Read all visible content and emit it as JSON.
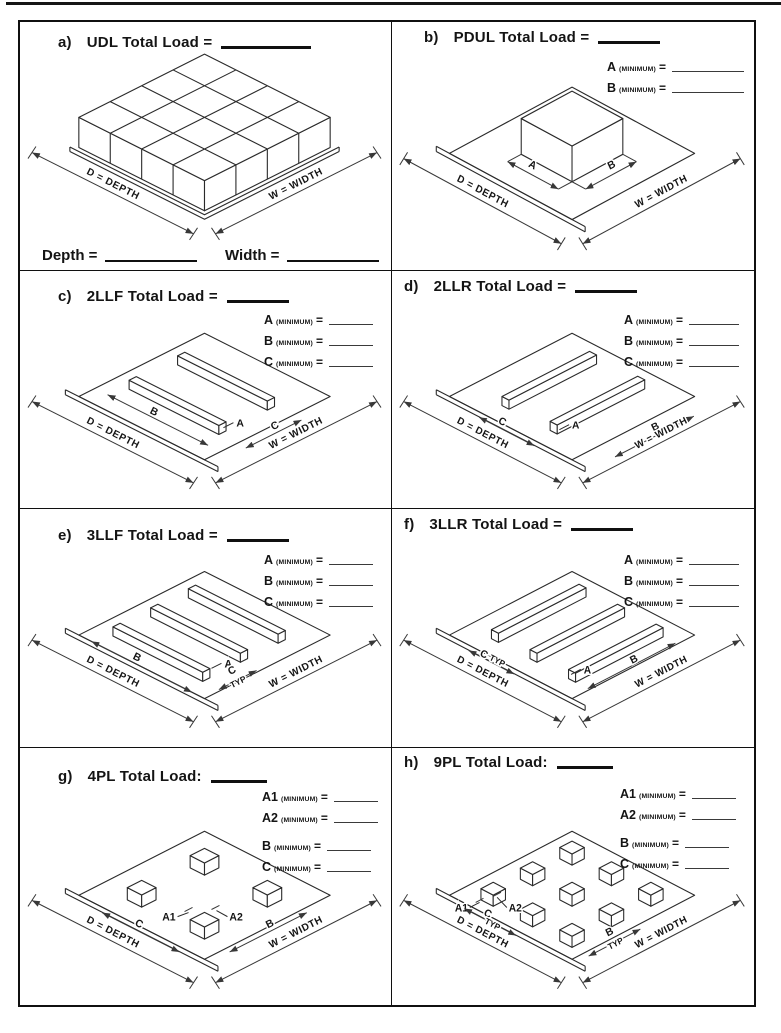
{
  "labels": {
    "minimum": "(MINIMUM)",
    "eq": "=",
    "typ": "TYP",
    "dim_a": "A",
    "dim_b": "B",
    "dim_c": "C",
    "dim_a1": "A1",
    "dim_a2": "A2",
    "depth_axis": "D = DEPTH",
    "width_axis": "W = WIDTH"
  },
  "panels": {
    "a": {
      "prefix": "a)",
      "title": "UDL Total Load =",
      "footer_depth": "Depth =",
      "footer_width": "Width ="
    },
    "b": {
      "prefix": "b)",
      "title": "PDUL Total Load ="
    },
    "c": {
      "prefix": "c)",
      "title": "2LLF Total Load ="
    },
    "d": {
      "prefix": "d)",
      "title": "2LLR Total Load ="
    },
    "e": {
      "prefix": "e)",
      "title": "3LLF Total Load ="
    },
    "f": {
      "prefix": "f)",
      "title": "3LLR Total Load ="
    },
    "g": {
      "prefix": "g)",
      "title": "4PL Total Load:"
    },
    "h": {
      "prefix": "h)",
      "title": "9PL Total Load:"
    }
  },
  "colors": {
    "ink": "#141414",
    "line": "#2a2a2a",
    "bg": "#ffffff"
  }
}
